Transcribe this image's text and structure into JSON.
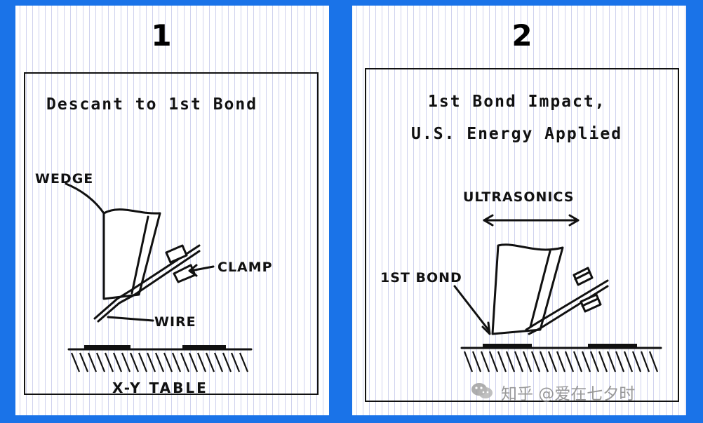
{
  "panels": [
    {
      "number": "1",
      "title": "Descant to 1st Bond",
      "labels": {
        "wedge": "WEDGE",
        "clamp": "CLAMP",
        "wire": "WIRE",
        "table": "X-Y TABLE"
      }
    },
    {
      "number": "2",
      "title_line1": "1st Bond Impact,",
      "title_line2": "U.S. Energy Applied",
      "labels": {
        "ultrasonics": "ULTRASONICS",
        "bond": "1ST BOND"
      }
    }
  ],
  "watermark": {
    "text": "知乎 @爱在七夕时",
    "icon": "wechat-icon"
  },
  "colors": {
    "background": "#1a73e8",
    "panel": "#ffffff",
    "ink": "#111111",
    "stripe": "#cfd2ee"
  }
}
